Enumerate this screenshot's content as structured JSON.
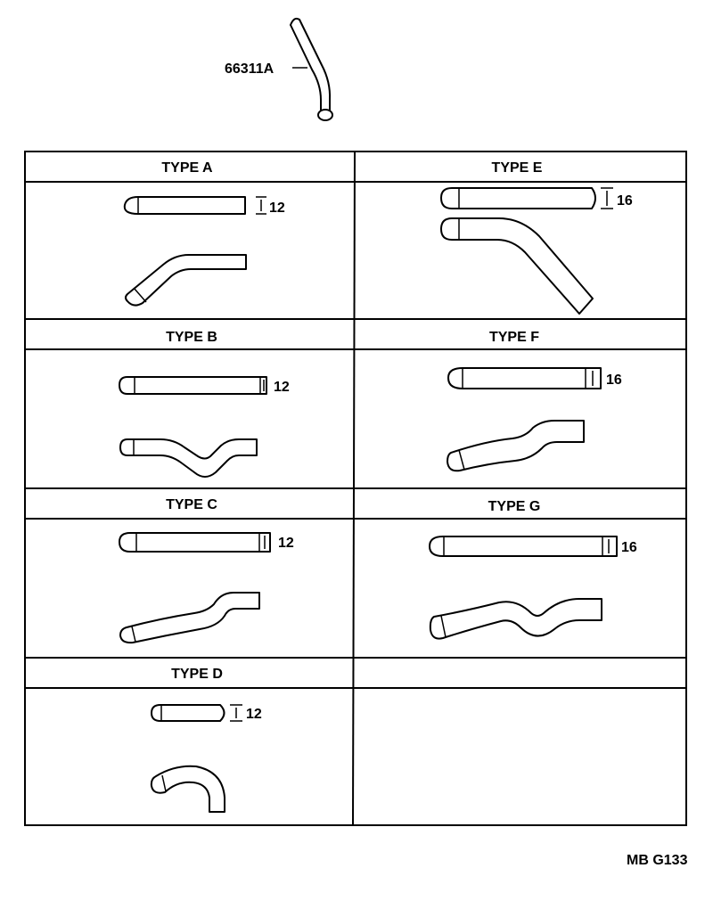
{
  "part_number": "66311A",
  "drawing_code": "MB G133",
  "types": [
    {
      "id": "a",
      "label": "TYPE A",
      "size": "12"
    },
    {
      "id": "b",
      "label": "TYPE B",
      "size": "12"
    },
    {
      "id": "c",
      "label": "TYPE C",
      "size": "12"
    },
    {
      "id": "d",
      "label": "TYPE D",
      "size": "12"
    },
    {
      "id": "e",
      "label": "TYPE E",
      "size": "16"
    },
    {
      "id": "f",
      "label": "TYPE F",
      "size": "16"
    },
    {
      "id": "g",
      "label": "TYPE G",
      "size": "16"
    }
  ]
}
